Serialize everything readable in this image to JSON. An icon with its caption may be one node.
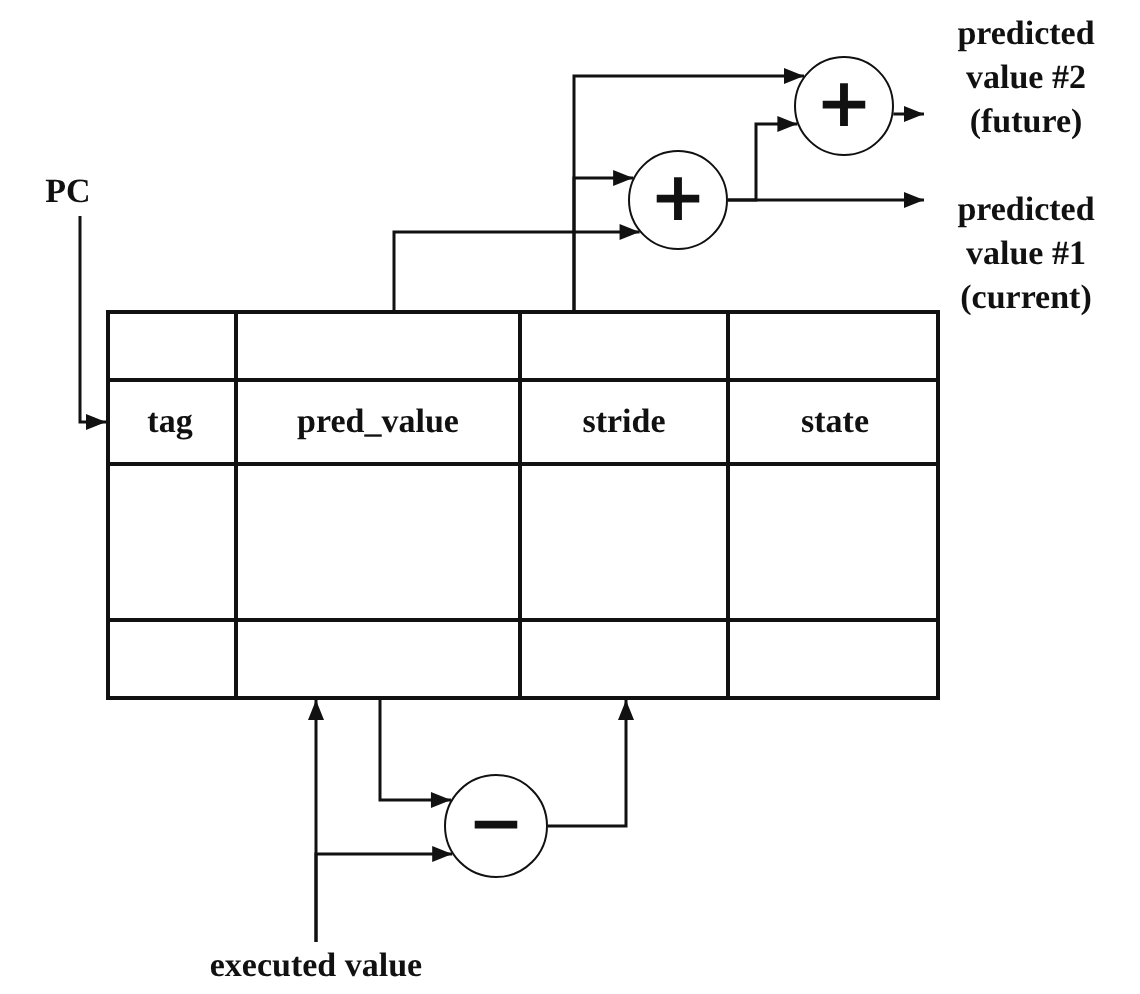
{
  "diagram": {
    "nodes": [
      {
        "text": [
          "PC"
        ]
      },
      {
        "text": [],
        "shape": "box"
      },
      {
        "text": [
          "tag"
        ],
        "in": 1
      },
      {
        "text": [
          "pred_value"
        ],
        "in": 1
      },
      {
        "text": [
          "stride"
        ],
        "in": 1
      },
      {
        "text": [
          "state"
        ],
        "in": 1
      },
      {
        "text": [
          "+"
        ]
      },
      {
        "text": [
          "+"
        ]
      },
      {
        "text": [
          "predicted value #2 (future)"
        ]
      },
      {
        "text": [
          "predicted value #1 (current)"
        ]
      },
      {
        "text": [
          "−"
        ]
      },
      {
        "text": [
          "executed value"
        ]
      }
    ],
    "edges": [
      {
        "from": 0,
        "to": 2,
        "arrow": "to"
      },
      {
        "from": 3,
        "to": 6,
        "arrow": "to"
      },
      {
        "from": 4,
        "to": 6,
        "arrow": "to"
      },
      {
        "from": 4,
        "to": 7,
        "arrow": "to"
      },
      {
        "from": 6,
        "to": 7,
        "arrow": "to"
      },
      {
        "from": 6,
        "to": 9,
        "arrow": "to"
      },
      {
        "from": 7,
        "to": 8,
        "arrow": "to"
      },
      {
        "from": 3,
        "to": 10,
        "arrow": "to"
      },
      {
        "from": 11,
        "to": 10,
        "arrow": "to"
      },
      {
        "from": 11,
        "to": 3,
        "arrow": "to"
      },
      {
        "from": 10,
        "to": 4,
        "arrow": "to"
      }
    ]
  }
}
